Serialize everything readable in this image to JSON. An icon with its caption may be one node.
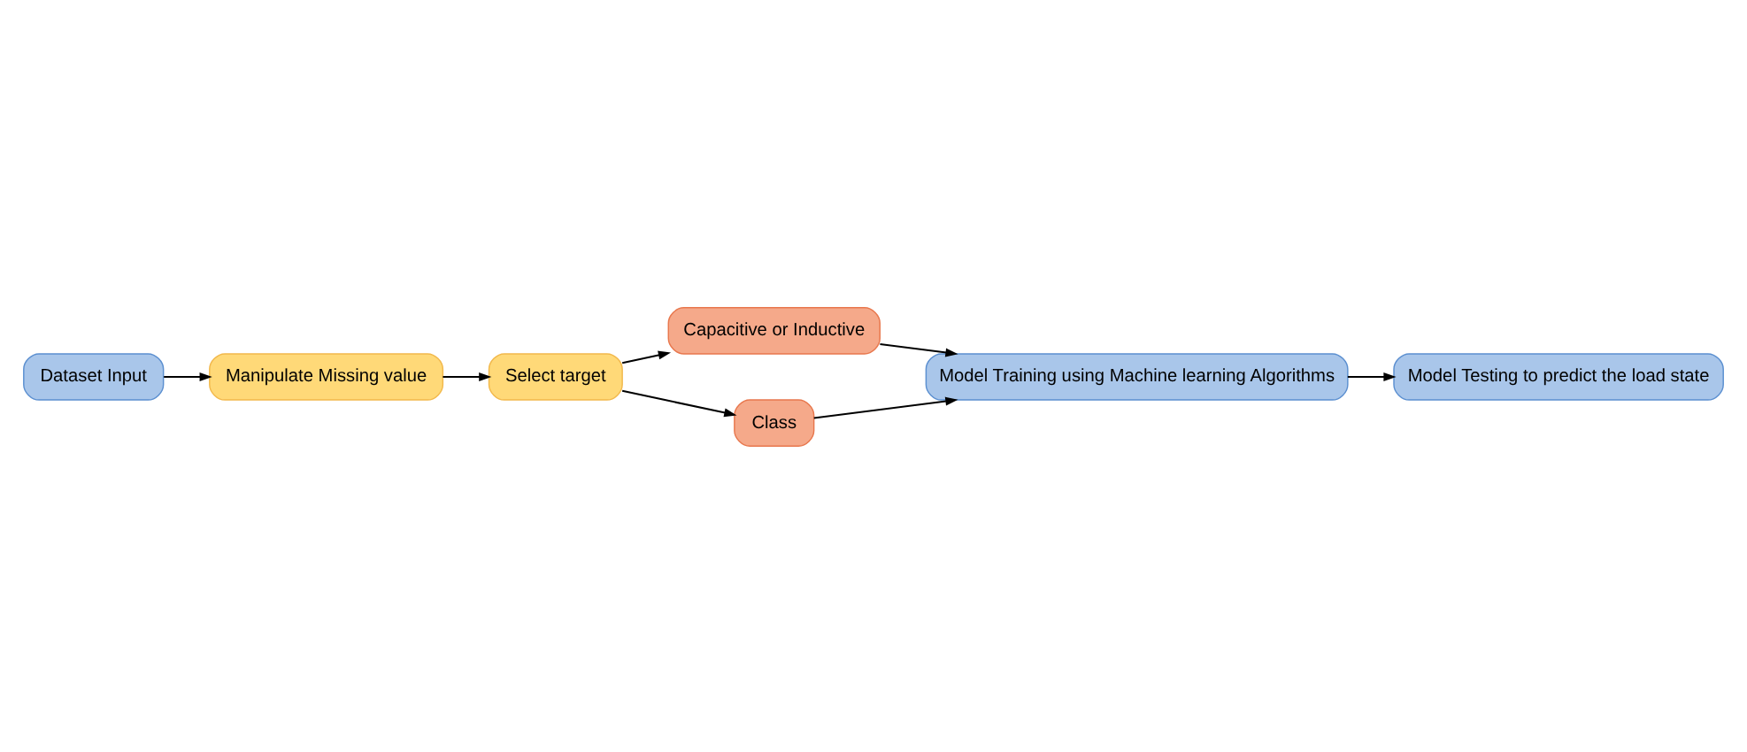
{
  "diagram": {
    "nodes": [
      {
        "text": [
          "Dataset Input"
        ]
      },
      {
        "text": [
          "Manipulate Missing value"
        ]
      },
      {
        "text": [
          "Select target"
        ]
      },
      {
        "text": [
          "Capacitive or Inductive"
        ]
      },
      {
        "text": [
          "Class"
        ]
      },
      {
        "text": [
          "Model Training using Machine learning Algorithms"
        ]
      },
      {
        "text": [
          "Model Testing to predict the load state"
        ]
      }
    ],
    "edges": [
      {
        "from": 0,
        "to": 1,
        "arrow": "to"
      },
      {
        "from": 1,
        "to": 2,
        "arrow": "to"
      },
      {
        "from": 2,
        "to": 3,
        "arrow": "to"
      },
      {
        "from": 2,
        "to": 4,
        "arrow": "to"
      },
      {
        "from": 3,
        "to": 5,
        "arrow": "to"
      },
      {
        "from": 4,
        "to": 5,
        "arrow": "to"
      },
      {
        "from": 5,
        "to": 6,
        "arrow": "to"
      }
    ]
  }
}
